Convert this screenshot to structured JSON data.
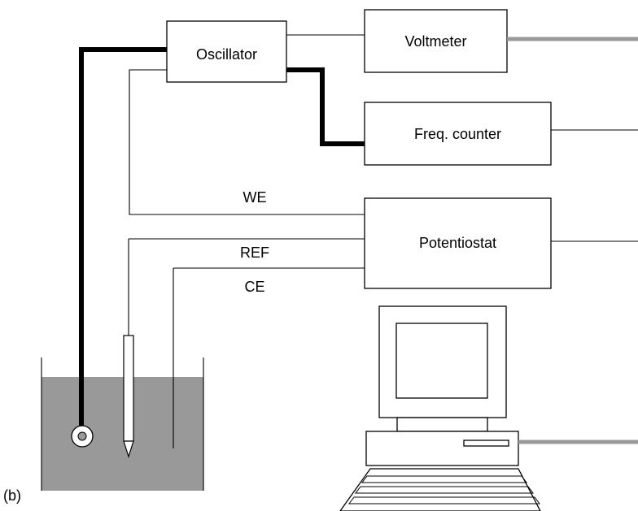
{
  "panel_label": "(b)",
  "instruments": {
    "oscillator": "Oscillator",
    "voltmeter": "Voltmeter",
    "freq_counter": "Freq. counter",
    "potentiostat": "Potentiostat"
  },
  "electrodes": {
    "we": "WE",
    "ref": "REF",
    "ce": "CE"
  },
  "colors": {
    "solution": "#999999",
    "cable_gray": "#999999",
    "thick_cable": "#000000"
  }
}
